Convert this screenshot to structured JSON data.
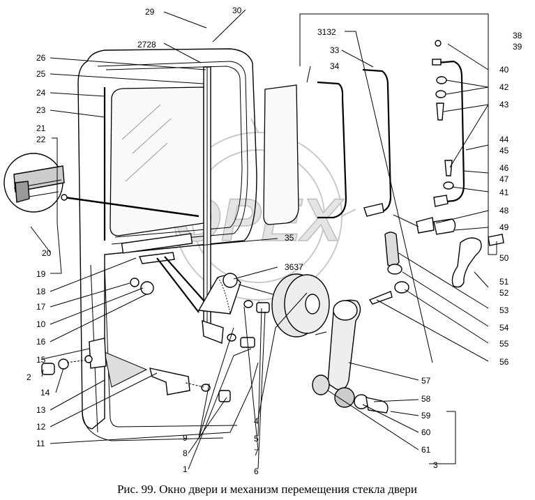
{
  "caption": "Рис. 99. Окно двери и механизм перемещения стекла двери",
  "watermark": "OPEX",
  "labels": [
    "29",
    "30",
    "2728",
    "26",
    "25",
    "24",
    "23",
    "21",
    "22",
    "20",
    "19",
    "18",
    "17",
    "10",
    "16",
    "15",
    "2",
    "14",
    "13",
    "12",
    "11",
    "3132",
    "33",
    "34",
    "35",
    "3637",
    "9",
    "8",
    "1",
    "4",
    "5",
    "7",
    "6",
    "38",
    "39",
    "40",
    "42",
    "43",
    "44",
    "45",
    "46",
    "47",
    "41",
    "48",
    "49",
    "50",
    "51",
    "52",
    "53",
    "54",
    "55",
    "56",
    "57",
    "58",
    "59",
    "60",
    "61",
    "3"
  ]
}
